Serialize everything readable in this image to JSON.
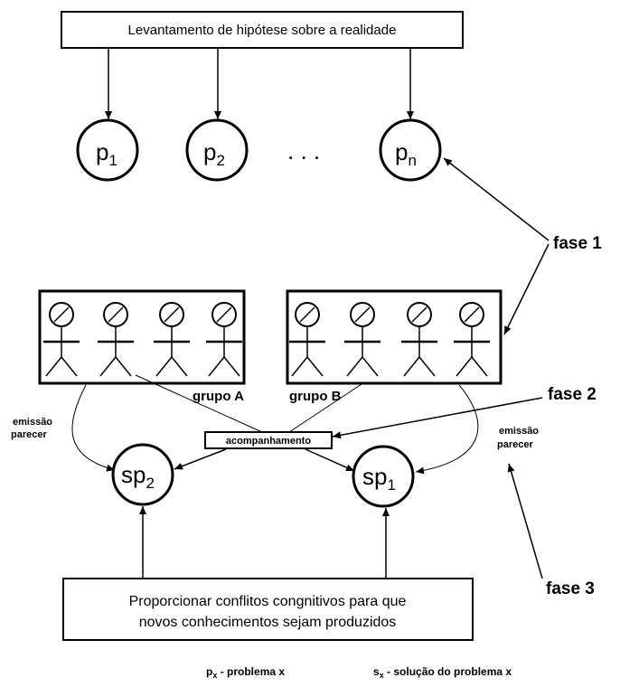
{
  "top_box": {
    "text": "Levantamento de hipótese sobre a realidade"
  },
  "problems": [
    {
      "base": "p",
      "sub": "1"
    },
    {
      "base": "p",
      "sub": "2"
    },
    {
      "base": "p",
      "sub": "n"
    }
  ],
  "ellipsis": ". . .",
  "phases": {
    "fase1": "fase 1",
    "fase2": "fase 2",
    "fase3": "fase 3"
  },
  "groups": {
    "a": "grupo A",
    "b": "grupo B"
  },
  "monitor_box": {
    "text": "acompanhamento"
  },
  "emission_left": {
    "line1": "emissão",
    "line2": "parecer"
  },
  "emission_right": {
    "line1": "emissão",
    "line2": "parecer"
  },
  "solutions": [
    {
      "base": "sp",
      "sub": "2"
    },
    {
      "base": "sp",
      "sub": "1"
    }
  ],
  "bottom_box": {
    "line1": "Proporcionar conflitos congnitivos para que",
    "line2": "novos conhecimentos sejam produzidos"
  },
  "legend": {
    "problem_var": "p",
    "problem_sub": "x",
    "problem_text": " - problema x",
    "solution_var": "s",
    "solution_sub": "x",
    "solution_text": " - solução do problema x"
  }
}
